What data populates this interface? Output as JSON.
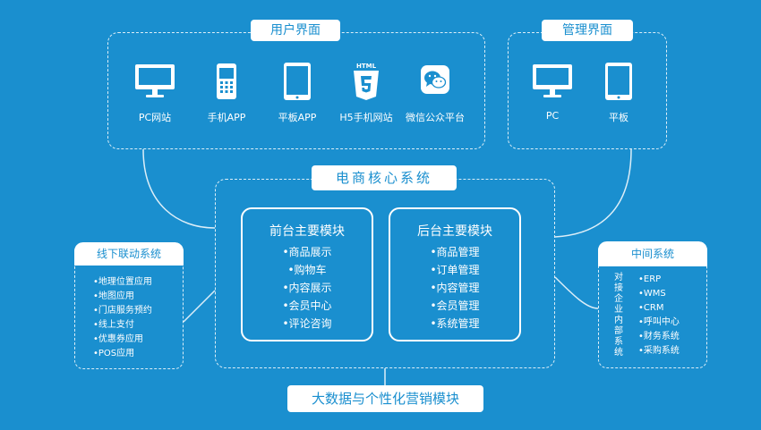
{
  "user_ui": {
    "title": "用户界面",
    "items": [
      {
        "label": "PC网站",
        "icon": "monitor-icon"
      },
      {
        "label": "手机APP",
        "icon": "mobile-phone-icon"
      },
      {
        "label": "平板APP",
        "icon": "tablet-icon"
      },
      {
        "label": "H5手机网站",
        "icon": "html5-icon"
      },
      {
        "label": "微信公众平台",
        "icon": "wechat-icon"
      }
    ],
    "html5_badge": "HTML"
  },
  "admin_ui": {
    "title": "管理界面",
    "items": [
      {
        "label": "PC",
        "icon": "monitor-icon"
      },
      {
        "label": "平板",
        "icon": "tablet-icon"
      }
    ]
  },
  "core": {
    "title": "电商核心系统",
    "front": {
      "title": "前台主要模块",
      "items": [
        "•商品展示",
        "•购物车",
        "•内容展示",
        "•会员中心",
        "•评论咨询"
      ]
    },
    "back": {
      "title": "后台主要模块",
      "items": [
        "•商品管理",
        "•订单管理",
        "•内容管理",
        "•会员管理",
        "•系统管理"
      ]
    }
  },
  "offline": {
    "title": "线下联动系统",
    "items": [
      "•地理位置应用",
      "•地图应用",
      "•门店服务预约",
      "•线上支付",
      "•优惠券应用",
      "•POS应用"
    ]
  },
  "middleware": {
    "title": "中间系统",
    "vertical_label": "对接企业内部系统",
    "items": [
      "•ERP",
      "•WMS",
      "•CRM",
      "•呼叫中心",
      "•财务系统",
      "•采购系统"
    ]
  },
  "bigdata": {
    "title": "大数据与个性化营销模块"
  },
  "colors": {
    "background": "#1a8fcf",
    "foreground": "#ffffff",
    "accent": "#1a8fcf"
  }
}
